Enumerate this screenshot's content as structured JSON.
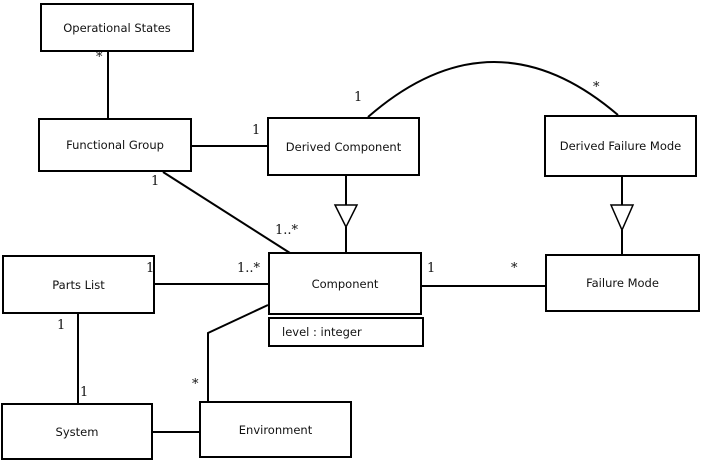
{
  "diagram": {
    "type": "uml-class-diagram",
    "classes": {
      "operational_states": {
        "name": "Operational States"
      },
      "functional_group": {
        "name": "Functional Group"
      },
      "derived_component": {
        "name": "Derived Component"
      },
      "derived_failure_mode": {
        "name": "Derived Failure Mode"
      },
      "parts_list": {
        "name": "Parts List"
      },
      "component": {
        "name": "Component",
        "attribute": "level : integer"
      },
      "failure_mode": {
        "name": "Failure Mode"
      },
      "system": {
        "name": "System"
      },
      "environment": {
        "name": "Environment"
      }
    },
    "multiplicities": {
      "os_fg": "*",
      "fg_dc": "1",
      "dc_arc": "1",
      "dfm_arc": "*",
      "fg_comp_src": "1",
      "fg_comp_dst": "1..*",
      "pl_comp_src": "1",
      "pl_comp_dst": "1..*",
      "comp_fm_src": "1",
      "comp_fm_dst": "*",
      "pl_sys_src": "1",
      "pl_sys_dst": "1",
      "env_comp": "*"
    },
    "colors": {
      "line": "#000000",
      "box_fill": "#ffffff",
      "background": "#ffffff",
      "text": "#111111"
    }
  }
}
